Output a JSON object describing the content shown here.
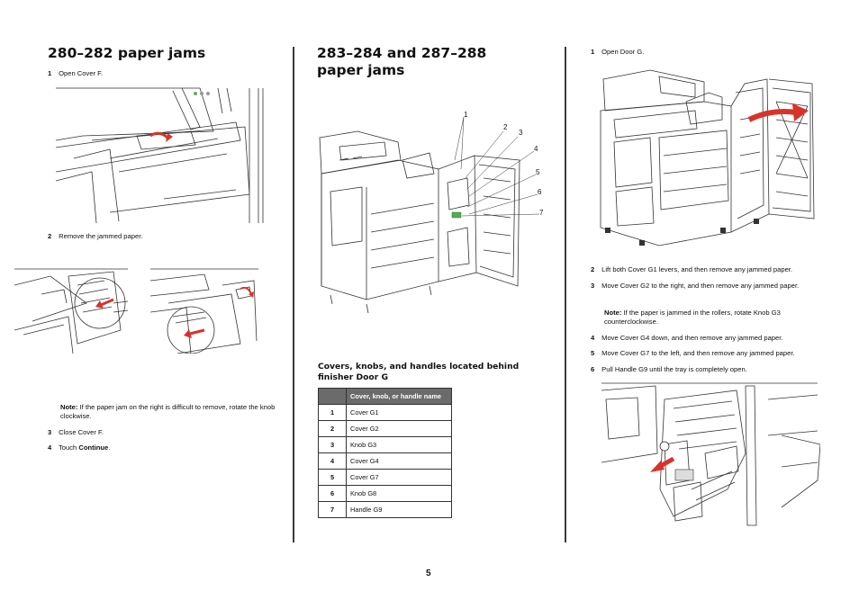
{
  "col1": {
    "title": "280–282 paper jams",
    "step1_num": "1",
    "step1_text": "Open Cover F.",
    "step2_num": "2",
    "step2_text": "Remove the jammed paper.",
    "note_label": "Note:",
    "note_text": " If the paper jam on the right is difficult to remove, rotate the knob clockwise.",
    "step3_num": "3",
    "step3_text": "Close Cover F.",
    "step4_num": "4",
    "step4_prefix": "Touch ",
    "step4_bold": "Continue",
    "step4_suffix": "."
  },
  "col2": {
    "title": "283–284 and 287–288 paper jams",
    "callouts": [
      "1",
      "2",
      "3",
      "4",
      "5",
      "6",
      "7"
    ],
    "subheading": "Covers, knobs, and handles located behind finisher Door G",
    "table_header": "Cover, knob, or handle name",
    "table_rows": [
      {
        "num": "1",
        "name": "Cover G1"
      },
      {
        "num": "2",
        "name": "Cover G2"
      },
      {
        "num": "3",
        "name": "Knob G3"
      },
      {
        "num": "4",
        "name": "Cover G4"
      },
      {
        "num": "5",
        "name": "Cover G7"
      },
      {
        "num": "6",
        "name": "Knob G8"
      },
      {
        "num": "7",
        "name": "Handle G9"
      }
    ]
  },
  "col3": {
    "step1_num": "1",
    "step1_text": "Open Door G.",
    "step2_num": "2",
    "step2_text": "Lift both Cover G1 levers, and then remove any jammed paper.",
    "step3_num": "3",
    "step3_text": "Move Cover G2 to the right, and then remove any jammed paper.",
    "note_label": "Note:",
    "note_text": " If the paper is jammed in the rollers, rotate Knob G3 counterclockwise.",
    "step4_num": "4",
    "step4_text": "Move Cover G4 down, and then remove any jammed paper.",
    "step5_num": "5",
    "step5_text": "Move Cover G7 to the left, and then remove any jammed paper.",
    "step6_num": "6",
    "step6_text": "Pull Handle G9 until the tray is completely open."
  },
  "page_number": "5",
  "colors": {
    "accent_red": "#d9322b",
    "green": "#4caf50",
    "line": "#3a3a3a"
  }
}
